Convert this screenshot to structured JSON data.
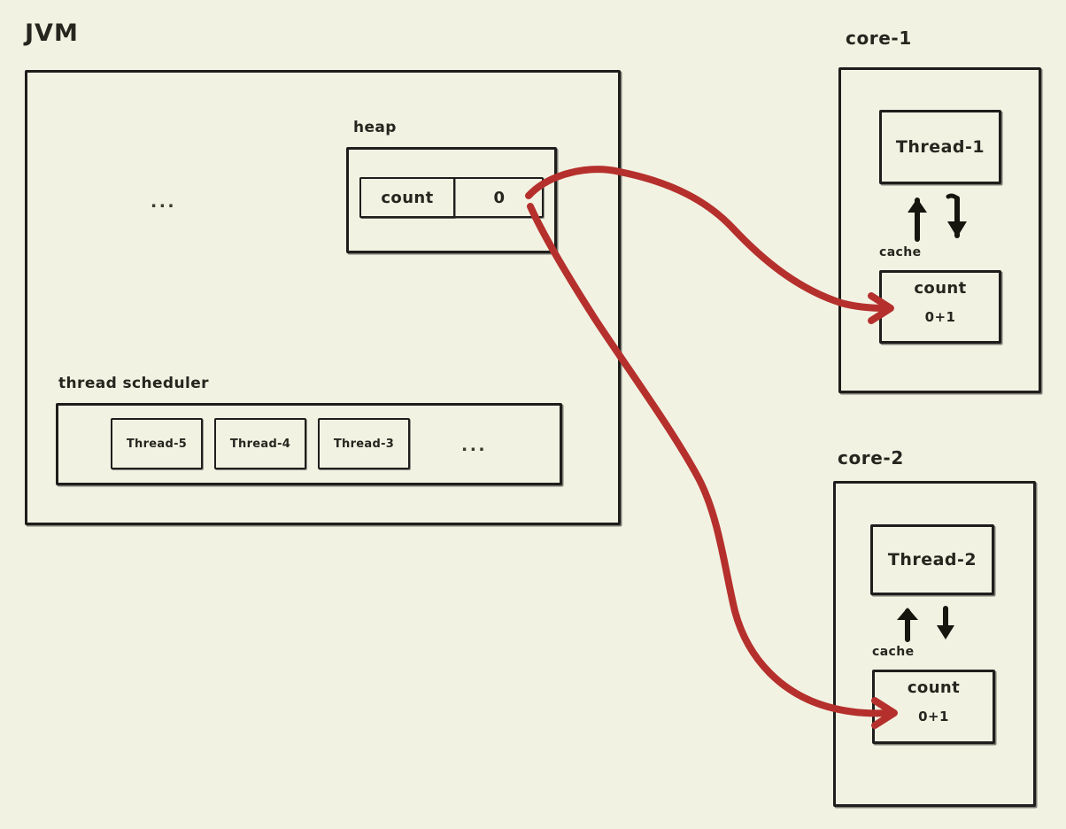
{
  "diagram": {
    "title": "JVM memory visibility across CPU cores",
    "colors": {
      "background": "#f2f2e3",
      "ink": "#1e1e1c",
      "arrow_red": "#b5302c"
    }
  },
  "jvm": {
    "label": "JVM",
    "ellipsis": "...",
    "heap": {
      "label": "heap",
      "table": {
        "name": "count",
        "value": "0"
      }
    },
    "scheduler": {
      "label": "thread scheduler",
      "threads": [
        {
          "label": "Thread-5"
        },
        {
          "label": "Thread-4"
        },
        {
          "label": "Thread-3"
        }
      ],
      "ellipsis": "..."
    }
  },
  "cores": [
    {
      "label": "core-1",
      "thread": "Thread-1",
      "arrows": {
        "up": "up-arrow",
        "down": "down-arrow"
      },
      "cache_label": "cache",
      "cache": {
        "name": "count",
        "value": "0+1"
      }
    },
    {
      "label": "core-2",
      "thread": "Thread-2",
      "arrows": {
        "up": "up-arrow",
        "down": "down-arrow"
      },
      "cache_label": "cache",
      "cache": {
        "name": "count",
        "value": "0+1"
      }
    }
  ],
  "flow_arrows": [
    {
      "name": "heap-to-core-1-cache",
      "from": "heap.count",
      "to": "core-1.cache.count"
    },
    {
      "name": "heap-to-core-2-cache",
      "from": "heap.count",
      "to": "core-2.cache.count"
    }
  ]
}
